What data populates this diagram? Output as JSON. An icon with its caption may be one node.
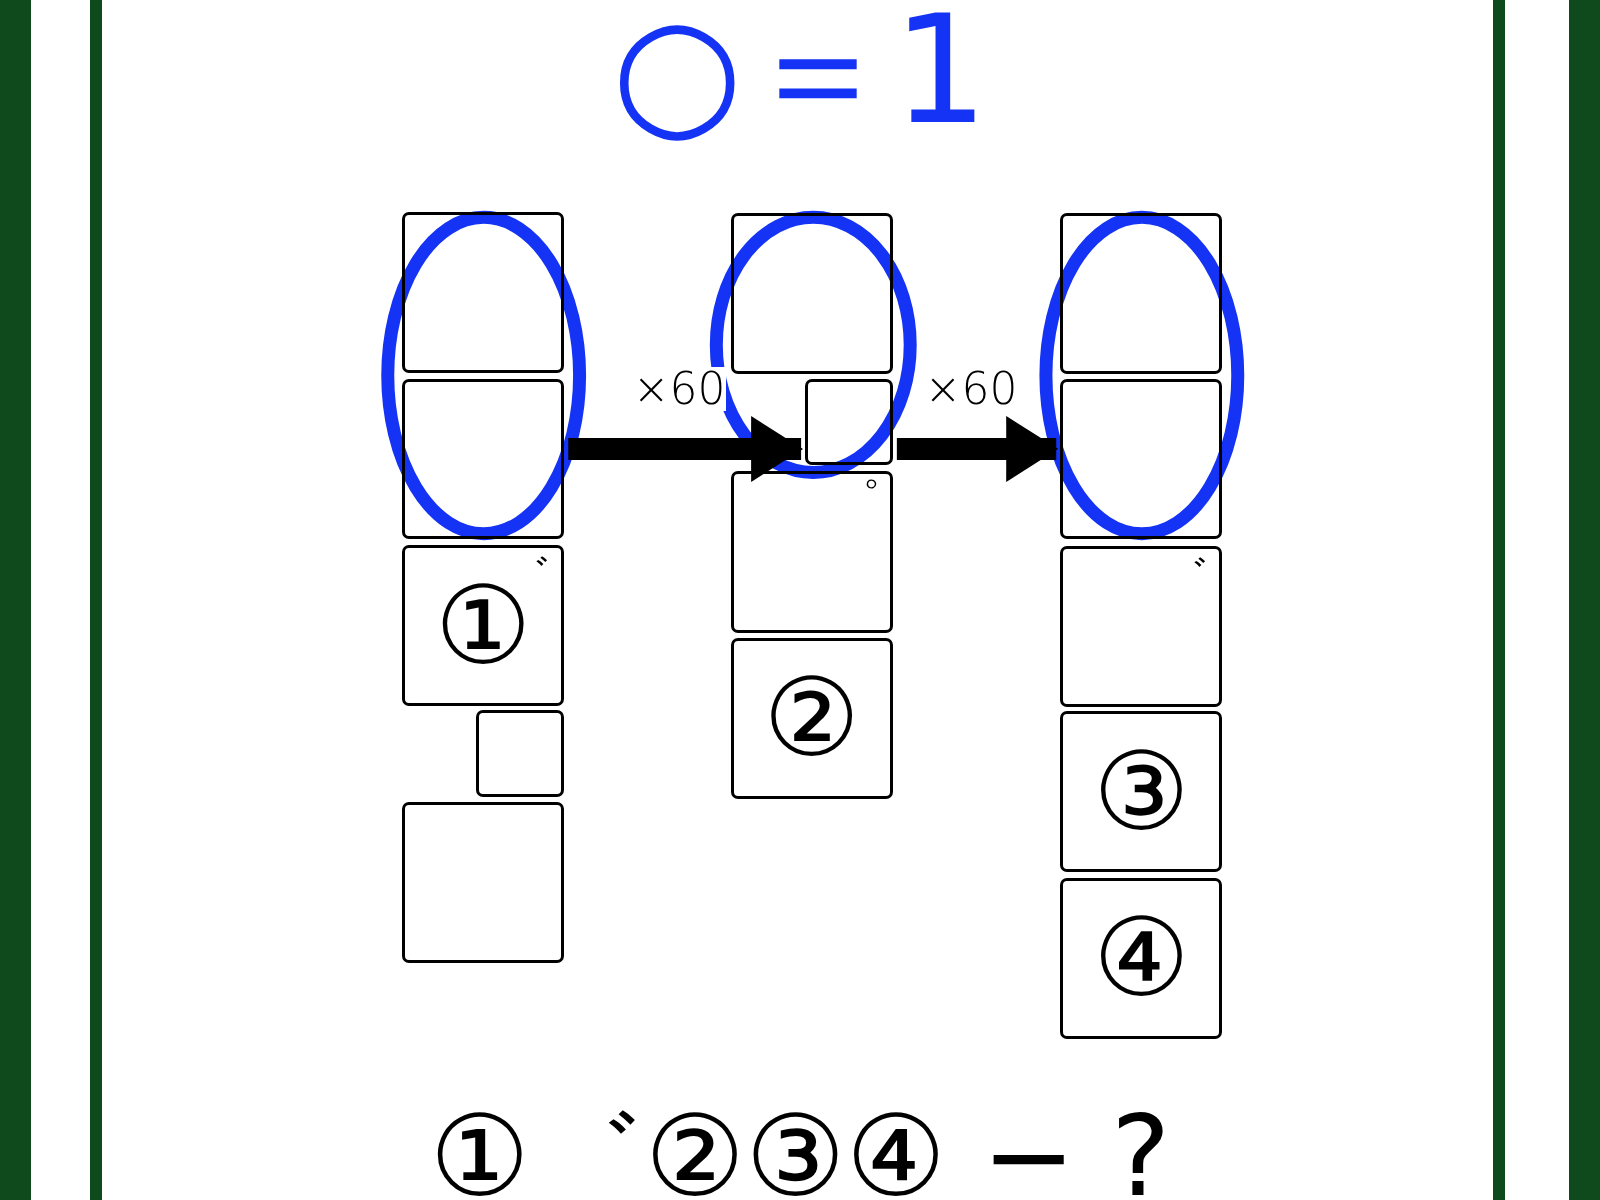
{
  "diagram": {
    "title": "○＝1",
    "nodes": [
      {
        "text": [],
        "shape": "box"
      },
      {
        "text": [],
        "shape": "box"
      },
      {
        "text": [
          "①",
          "゛"
        ]
      },
      {
        "text": [],
        "shape": "box"
      },
      {
        "text": [],
        "shape": "box"
      },
      {
        "text": [],
        "shape": "box"
      },
      {
        "text": [],
        "shape": "box"
      },
      {
        "text": [
          "゜"
        ]
      },
      {
        "text": [
          "②"
        ]
      },
      {
        "text": [],
        "shape": "box"
      },
      {
        "text": [],
        "shape": "box"
      },
      {
        "text": [
          "゛"
        ]
      },
      {
        "text": [
          "③"
        ]
      },
      {
        "text": [
          "④"
        ]
      }
    ],
    "edges": [
      {
        "from": 1,
        "to": 6,
        "arrow": "to",
        "label": "×60"
      },
      {
        "from": 6,
        "to": 10,
        "arrow": "to",
        "label": "×60"
      }
    ],
    "labels": [
      "①゛②③④ − ?"
    ]
  }
}
